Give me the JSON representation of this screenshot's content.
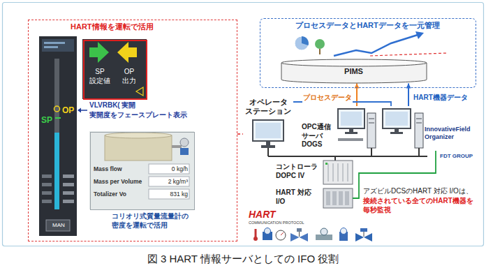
{
  "diagram": {
    "caption": "図 3 HART 情報サーバとしての IFO 役割",
    "nodes": [
      {
        "text": [
          "HART情報を運転で活用"
        ]
      },
      {
        "text": [
          "SP",
          "OP",
          "MAN"
        ],
        "in": 0
      },
      {
        "text": [
          "SP 設定値",
          "OP 出力"
        ],
        "in": 0
      },
      {
        "text": [
          "Mass flow",
          "0 kg/h",
          "Mass per Volume",
          "2 kg/m³",
          "Totalizer Vo",
          "831 kg"
        ],
        "in": 0
      },
      {
        "text": [
          "プロセスデータとHARTデータを一元管理"
        ]
      },
      {
        "text": [
          "PIMS"
        ],
        "in": 4
      },
      {
        "text": [
          "オペレータ ステーション"
        ]
      },
      {
        "text": [
          "OPC通信 サーバ DOGS"
        ]
      },
      {
        "text": [
          "InnovativeField Organizer"
        ]
      },
      {
        "text": [
          "コントローラ DOPC IV"
        ]
      },
      {
        "text": [
          "HART 対応 I/O"
        ]
      }
    ],
    "edges": [
      {
        "from": 7,
        "to": 5,
        "label": "プロセスデータ",
        "arrow": "to"
      },
      {
        "from": 8,
        "to": 5,
        "label": "HART機器データ",
        "arrow": "to"
      },
      {
        "from": 6,
        "to": 8,
        "arrow": "none"
      },
      {
        "from": 10,
        "to": 8,
        "arrow": "none"
      },
      {
        "from": 0,
        "to": 6,
        "arrow": "none"
      }
    ],
    "labels": [
      "VLVRBK( 実開",
      "実開度をフェースプレート表示",
      "コリオリ式質量流量計の密度を運転で活用",
      "FDT GROUP",
      "HART",
      "COMMUNICATION PROTOCOL",
      "アズビルDCSのHART 対応 I/Oは、",
      "接続されている全てのHART機器を毎秒監視"
    ]
  }
}
